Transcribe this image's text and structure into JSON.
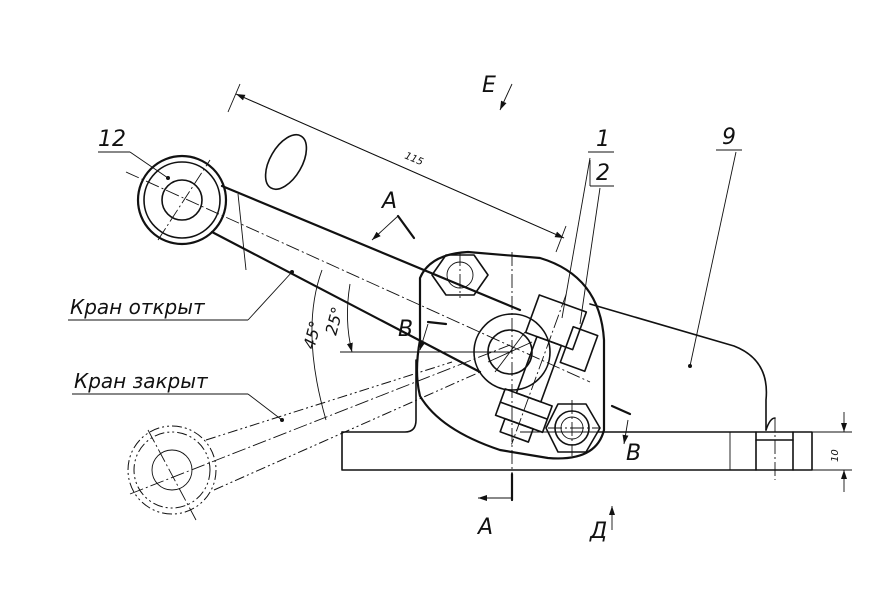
{
  "labels": {
    "part_12": "12",
    "part_1": "1",
    "part_2": "2",
    "part_9": "9",
    "view_E": "Е",
    "view_D": "Д",
    "section_A_top": "А",
    "section_A_bottom": "А",
    "section_B_left": "В",
    "section_B_right": "В",
    "dim_115": "115",
    "dim_10": "10",
    "angle_25": "25°",
    "angle_45": "45°",
    "tap_open": "Кран открыт",
    "tap_closed": "Кран закрыт"
  }
}
